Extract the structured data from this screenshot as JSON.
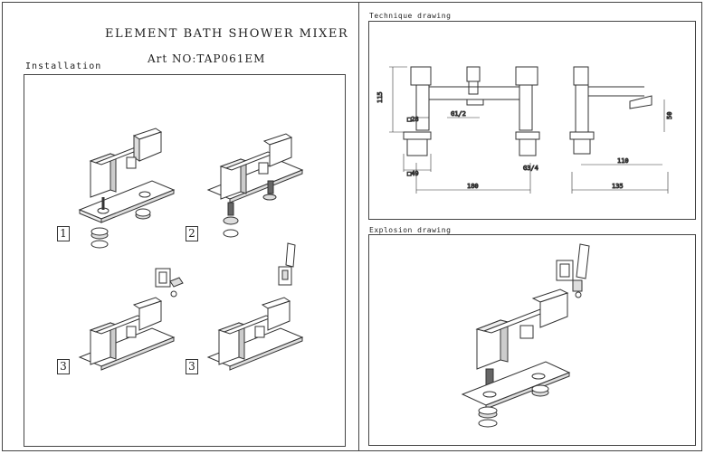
{
  "header": {
    "title": "ELEMENT BATH SHOWER MIXER",
    "art_label": "Art NO:",
    "art_number": "TAP061EM"
  },
  "sections": {
    "installation": "Installation",
    "technique": "Technique drawing",
    "explosion": "Explosion drawing"
  },
  "steps": [
    "1",
    "2",
    "3",
    "3"
  ],
  "dimensions": {
    "height_115": "115",
    "sq28": "□28",
    "g12": "G1/2",
    "sq49": "□49",
    "d180": "180",
    "g34": "G3/4",
    "d50": "50",
    "d110": "110",
    "d135": "135"
  }
}
